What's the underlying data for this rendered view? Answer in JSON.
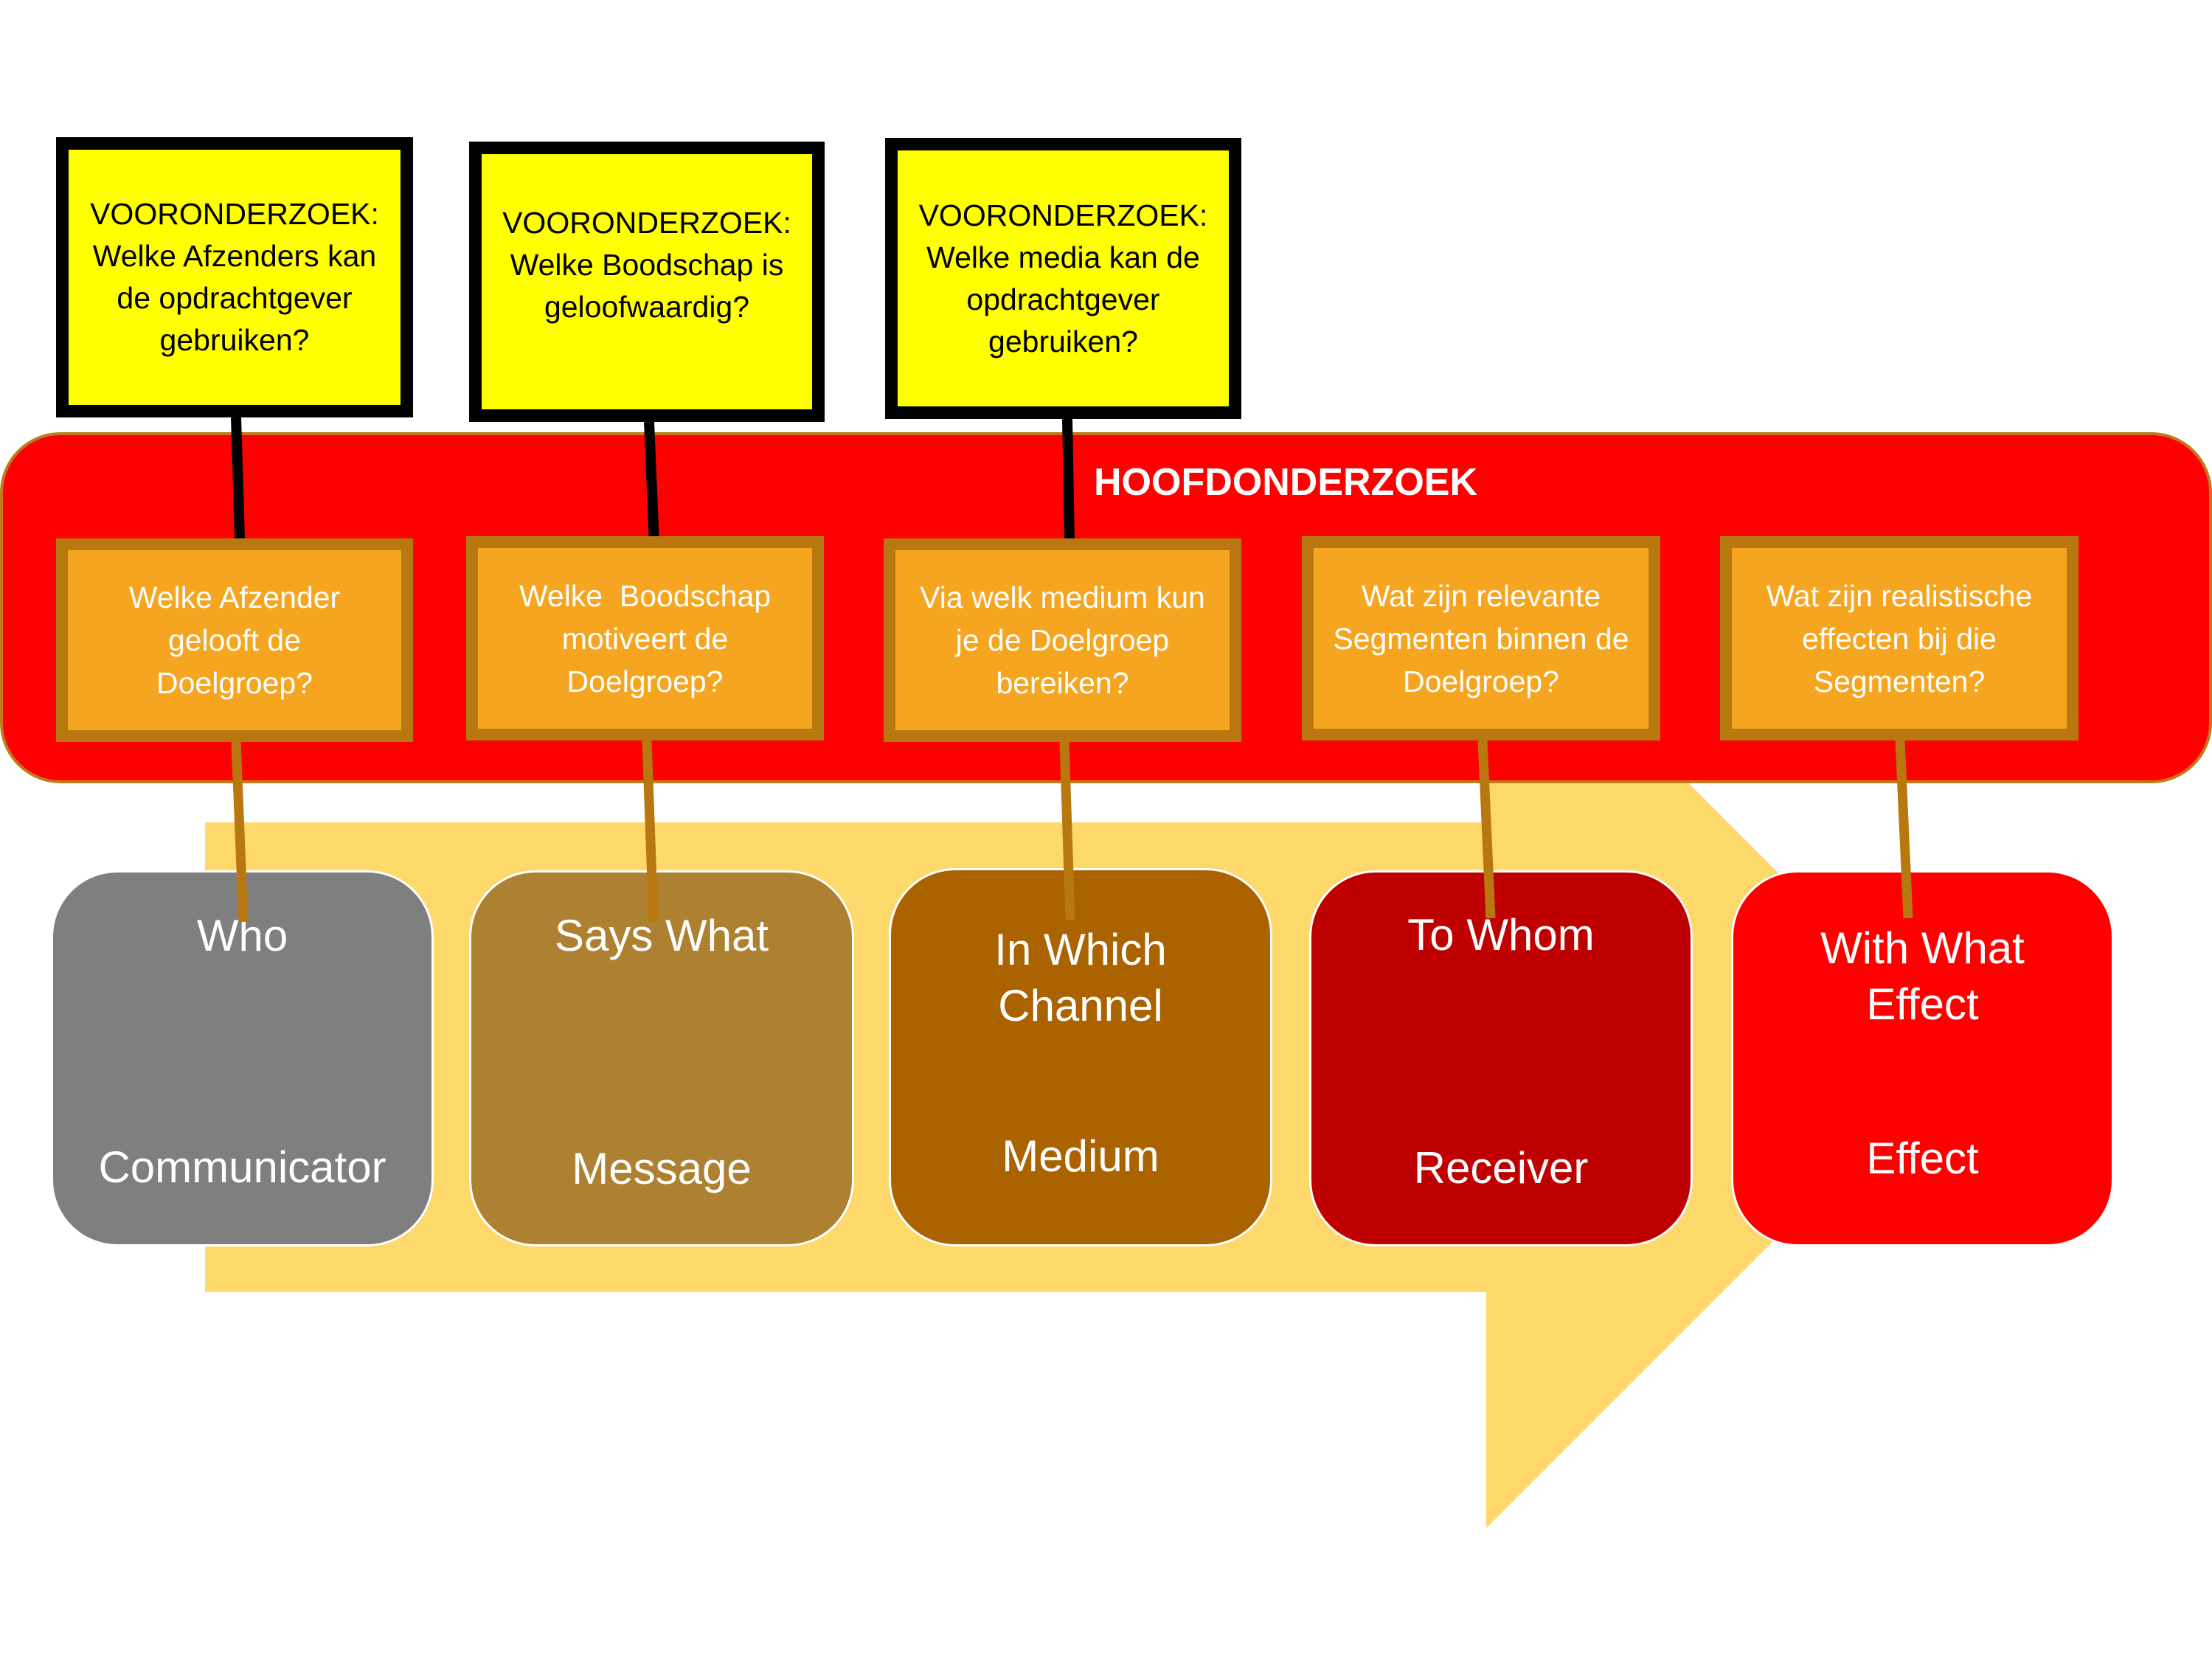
{
  "colors": {
    "pre_research_fill": "#FFFF00",
    "pre_research_border": "#000000",
    "main_research_bar": "#FF0000",
    "question_fill": "#F6A520",
    "question_border": "#B8780F",
    "arrow": "#FDD86B",
    "connector_black": "#000000",
    "connector_brown": "#B8780F"
  },
  "pre_research": [
    {
      "lines": [
        "VOORONDERZOEK:",
        "Welke Afzenders kan",
        "de opdrachtgever",
        "gebruiken?"
      ]
    },
    {
      "lines": [
        "VOORONDERZOEK:",
        "Welke Boodschap is",
        "geloofwaardig?"
      ]
    },
    {
      "lines": [
        "VOORONDERZOEK:",
        "Welke media kan de",
        "opdrachtgever",
        "gebruiken?"
      ]
    }
  ],
  "main_research": {
    "title": "HOOFDONDERZOEK",
    "questions": [
      {
        "lines": [
          "Welke Afzender",
          "gelooft de",
          "Doelgroep?"
        ]
      },
      {
        "lines": [
          "Welke  Boodschap",
          "motiveert de",
          "Doelgroep?"
        ]
      },
      {
        "lines": [
          "Via welk medium kun",
          "je de Doelgroep",
          "bereiken?"
        ]
      },
      {
        "lines": [
          "Wat zijn relevante",
          "Segmenten binnen de",
          "Doelgroep?"
        ]
      },
      {
        "lines": [
          "Wat zijn realistische",
          "effecten bij die",
          "Segmenten?"
        ]
      }
    ]
  },
  "lasswell_steps": [
    {
      "question": [
        "Who"
      ],
      "term": "Communicator",
      "color": "#7F7F7F"
    },
    {
      "question": [
        "Says What"
      ],
      "term": "Message",
      "color": "#AD8131"
    },
    {
      "question": [
        "In Which",
        "Channel"
      ],
      "term": "Medium",
      "color": "#AB6300"
    },
    {
      "question": [
        "To Whom"
      ],
      "term": "Receiver",
      "color": "#BF0000"
    },
    {
      "question": [
        "With What",
        "Effect"
      ],
      "term": "Effect",
      "color": "#FF0000"
    }
  ]
}
